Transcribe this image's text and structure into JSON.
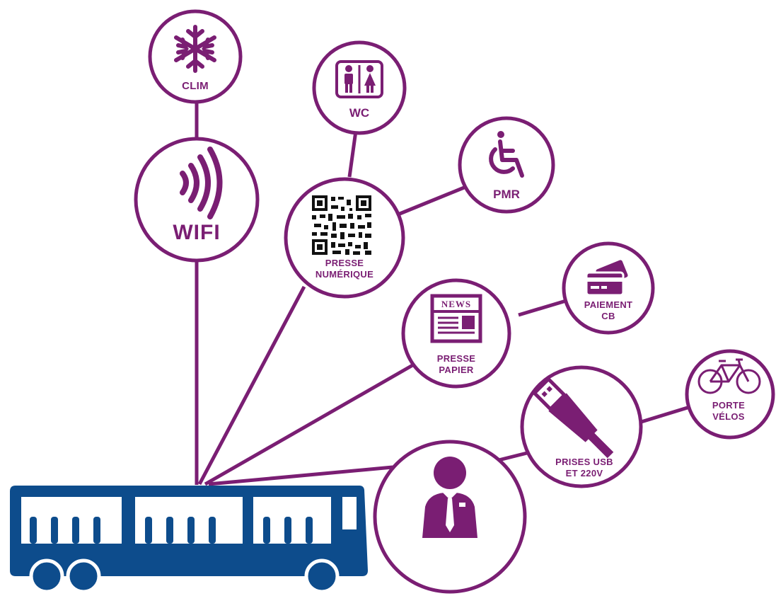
{
  "colors": {
    "accent": "#7a1e73",
    "bus": "#0d4c8c",
    "background": "#ffffff"
  },
  "nodes": {
    "clim": {
      "label": "CLIM",
      "icon": "snowflake-icon"
    },
    "wifi": {
      "label": "WIFI",
      "icon": "wifi-icon"
    },
    "wc": {
      "label": "WC",
      "icon": "restroom-icon"
    },
    "pmr": {
      "label": "PMR",
      "icon": "wheelchair-icon"
    },
    "presse_numerique": {
      "label_1": "PRESSE",
      "label_2": "NUMÉRIQUE",
      "icon": "qr-code-icon"
    },
    "paiement_cb": {
      "label_1": "PAIEMENT",
      "label_2": "CB",
      "icon": "credit-card-icon"
    },
    "presse_papier": {
      "label_1": "PRESSE",
      "label_2": "PAPIER",
      "icon": "newspaper-icon",
      "icon_text": "NEWS"
    },
    "porte_velos": {
      "label_1": "PORTE",
      "label_2": "VÉLOS",
      "icon": "bicycle-icon"
    },
    "prises": {
      "label_1": "PRISES USB",
      "label_2": "ET 220V",
      "icon": "usb-plug-icon"
    },
    "personnel": {
      "icon": "staff-person-icon"
    },
    "bus": {
      "icon": "bus-icon"
    }
  }
}
